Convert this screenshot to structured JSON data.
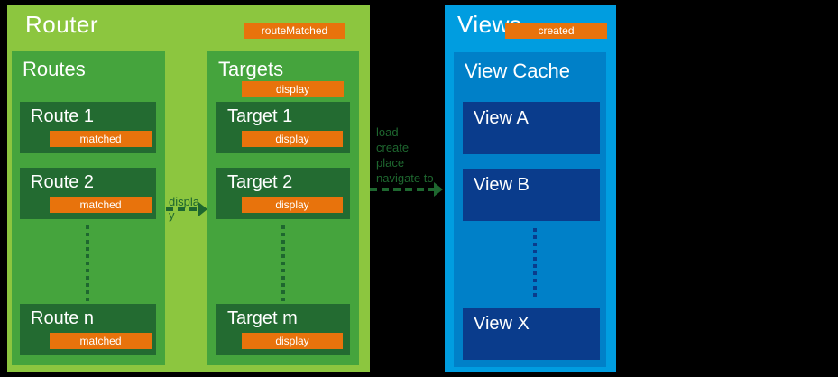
{
  "colors": {
    "background": "#000000",
    "router_bg": "#8CC63F",
    "container_green": "#45A43D",
    "box_green": "#236B31",
    "line_green": "#1E672F",
    "views_bg": "#009DE0",
    "view_cache_bg": "#0080C8",
    "view_box_navy": "#0A3C8C",
    "badge_orange": "#E8730C",
    "text_white": "#FFFFFF"
  },
  "router": {
    "title": "Router",
    "badge": "routeMatched",
    "routes": {
      "title": "Routes",
      "items": [
        {
          "label": "Route 1",
          "badge": "matched"
        },
        {
          "label": "Route 2",
          "badge": "matched"
        },
        {
          "label": "Route n",
          "badge": "matched"
        }
      ],
      "ellipsis": "vertical-dots"
    },
    "targets": {
      "title": "Targets",
      "badge": "display",
      "items": [
        {
          "label": "Target 1",
          "badge": "display"
        },
        {
          "label": "Target 2",
          "badge": "display"
        },
        {
          "label": "Target m",
          "badge": "display"
        }
      ],
      "ellipsis": "vertical-dots"
    }
  },
  "arrows": {
    "display": {
      "label": "display"
    },
    "navigate": {
      "label": "load\ncreate\nplace\nnavigate to"
    }
  },
  "views": {
    "title": "Views",
    "badge": "created",
    "view_cache": {
      "title": "View Cache",
      "items": [
        {
          "label": "View A"
        },
        {
          "label": "View B"
        },
        {
          "label": "View X"
        }
      ],
      "ellipsis": "vertical-dots"
    }
  }
}
